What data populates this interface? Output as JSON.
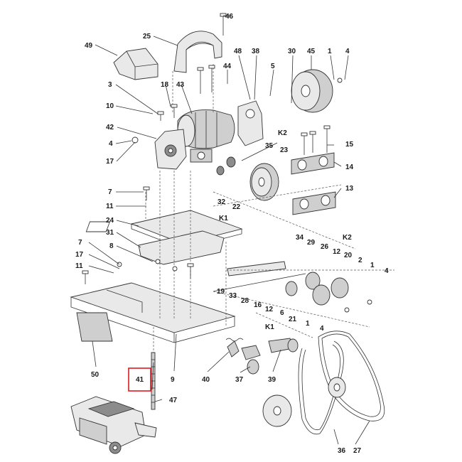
{
  "labels": [
    {
      "id": "46",
      "text": "46"
    },
    {
      "id": "25",
      "text": "25"
    },
    {
      "id": "49",
      "text": "49"
    },
    {
      "id": "48",
      "text": "48"
    },
    {
      "id": "38",
      "text": "38"
    },
    {
      "id": "30",
      "text": "30"
    },
    {
      "id": "45",
      "text": "45"
    },
    {
      "id": "1a",
      "text": "1"
    },
    {
      "id": "4a",
      "text": "4"
    },
    {
      "id": "44",
      "text": "44"
    },
    {
      "id": "5",
      "text": "5"
    },
    {
      "id": "3",
      "text": "3"
    },
    {
      "id": "18",
      "text": "18"
    },
    {
      "id": "43",
      "text": "43"
    },
    {
      "id": "10",
      "text": "10"
    },
    {
      "id": "42",
      "text": "42"
    },
    {
      "id": "4b",
      "text": "4"
    },
    {
      "id": "17a",
      "text": "17"
    },
    {
      "id": "k2a",
      "text": "K2"
    },
    {
      "id": "35",
      "text": "35"
    },
    {
      "id": "23",
      "text": "23"
    },
    {
      "id": "15",
      "text": "15"
    },
    {
      "id": "14",
      "text": "14"
    },
    {
      "id": "13",
      "text": "13"
    },
    {
      "id": "7a",
      "text": "7"
    },
    {
      "id": "11a",
      "text": "11"
    },
    {
      "id": "32",
      "text": "32"
    },
    {
      "id": "22",
      "text": "22"
    },
    {
      "id": "k1a",
      "text": "K1"
    },
    {
      "id": "24",
      "text": "24"
    },
    {
      "id": "31",
      "text": "31"
    },
    {
      "id": "34",
      "text": "34"
    },
    {
      "id": "k2b",
      "text": "K2"
    },
    {
      "id": "29",
      "text": "29"
    },
    {
      "id": "26",
      "text": "26"
    },
    {
      "id": "12a",
      "text": "12"
    },
    {
      "id": "20",
      "text": "20"
    },
    {
      "id": "7b",
      "text": "7"
    },
    {
      "id": "8",
      "text": "8"
    },
    {
      "id": "2",
      "text": "2"
    },
    {
      "id": "1b",
      "text": "1"
    },
    {
      "id": "4c",
      "text": "4"
    },
    {
      "id": "17b",
      "text": "17"
    },
    {
      "id": "11b",
      "text": "11"
    },
    {
      "id": "19",
      "text": "19"
    },
    {
      "id": "33",
      "text": "33"
    },
    {
      "id": "28",
      "text": "28"
    },
    {
      "id": "16",
      "text": "16"
    },
    {
      "id": "12b",
      "text": "12"
    },
    {
      "id": "6",
      "text": "6"
    },
    {
      "id": "21",
      "text": "21"
    },
    {
      "id": "1c",
      "text": "1"
    },
    {
      "id": "k1b",
      "text": "K1"
    },
    {
      "id": "4d",
      "text": "4"
    },
    {
      "id": "50",
      "text": "50"
    },
    {
      "id": "41",
      "text": "41"
    },
    {
      "id": "9",
      "text": "9"
    },
    {
      "id": "40",
      "text": "40"
    },
    {
      "id": "37",
      "text": "37"
    },
    {
      "id": "39",
      "text": "39"
    },
    {
      "id": "47",
      "text": "47"
    },
    {
      "id": "36",
      "text": "36"
    },
    {
      "id": "27",
      "text": "27"
    }
  ],
  "highlight": {
    "label_id": "41",
    "color": "#e0191e"
  }
}
